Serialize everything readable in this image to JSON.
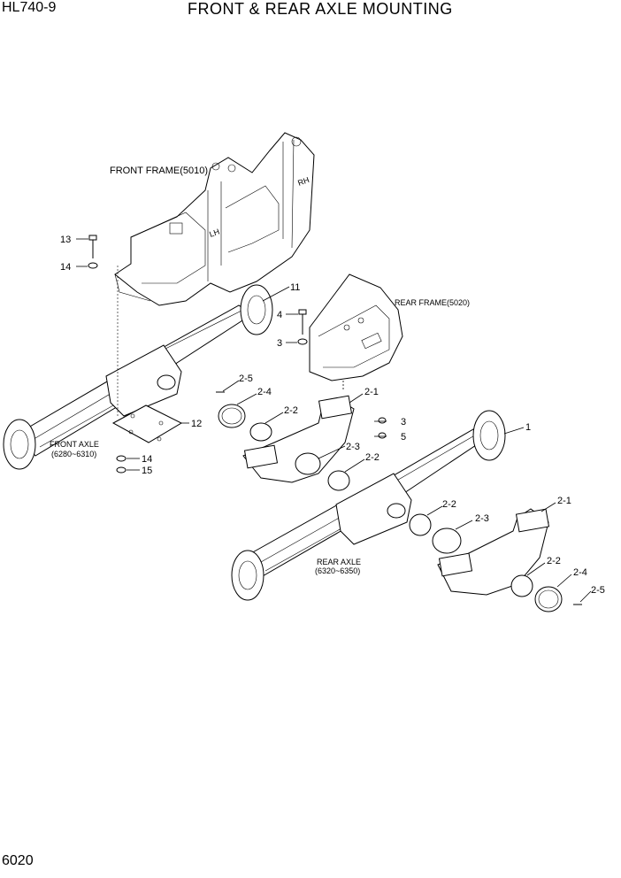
{
  "header": {
    "model": "HL740-9",
    "title": "FRONT & REAR AXLE MOUNTING"
  },
  "footer": {
    "page_number": "6020"
  },
  "assemblies": {
    "front_frame": "FRONT FRAME(5010)",
    "rear_frame": "REAR FRAME(5020)",
    "front_axle": {
      "name": "FRONT AXLE",
      "range": "(6280~6310)"
    },
    "rear_axle": {
      "name": "REAR AXLE",
      "range": "(6320~6350)"
    },
    "lh_mark": "LH",
    "rh_mark": "RH"
  },
  "callouts": {
    "c13": "13",
    "c14a": "14",
    "c11": "11",
    "c4": "4",
    "c3a": "3",
    "c2_5a": "2-5",
    "c2_4a": "2-4",
    "c2_1a": "2-1",
    "c2_2a": "2-2",
    "c3b": "3",
    "c5": "5",
    "c12": "12",
    "c2_3a": "2-3",
    "c2_2b": "2-2",
    "c14b": "14",
    "c15": "15",
    "c1": "1",
    "c2_1b": "2-1",
    "c2_2c": "2-2",
    "c2_3b": "2-3",
    "c2_2d": "2-2",
    "c2_4b": "2-4",
    "c2_5b": "2-5"
  }
}
